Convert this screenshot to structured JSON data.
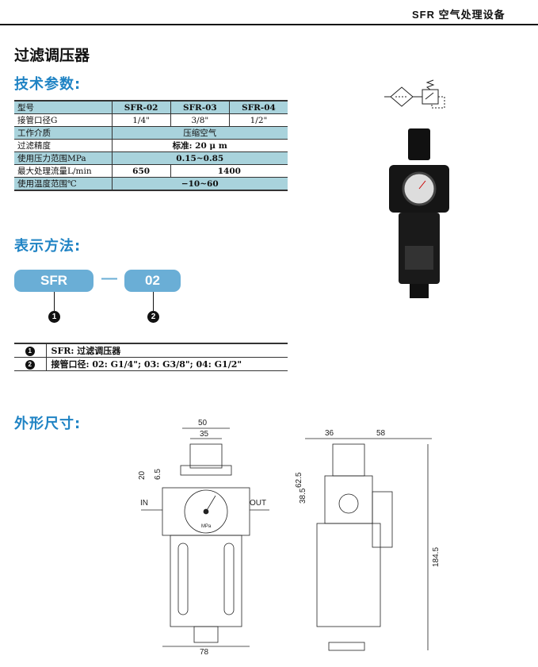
{
  "header": {
    "series": "SFR 空气处理设备"
  },
  "title": "过滤调压器",
  "sections": {
    "specs": "技术参数:",
    "notation": "表示方法:",
    "dimensions": "外形尺寸:"
  },
  "spec_table": {
    "header": [
      "型号",
      "SFR-02",
      "SFR-03",
      "SFR-04"
    ],
    "port": [
      "接管口径G",
      "1/4\"",
      "3/8\"",
      "1/2\""
    ],
    "medium": [
      "工作介质",
      "压缩空气"
    ],
    "filtration": [
      "过滤精度",
      "标准: 20 μ m"
    ],
    "pressure": [
      "使用压力范围MPa",
      "0.15~0.85"
    ],
    "flow": [
      "最大处理流量L/min",
      "650",
      "1400"
    ],
    "temperature": [
      "使用温度范围℃",
      "−10~60"
    ]
  },
  "notation": {
    "part1": "SFR",
    "dash": "—",
    "part2": "02",
    "markers": [
      "1",
      "2"
    ]
  },
  "code_table": [
    {
      "n": "1",
      "text": "SFR: 过滤调压器"
    },
    {
      "n": "2",
      "text": "接管口径: 02: G1/4\"; 03: G3/8\"; 04: G1/2\""
    }
  ],
  "drawing": {
    "front": {
      "w50": "50",
      "w35": "35",
      "h20": "20",
      "h65": "6.5",
      "in": "IN",
      "out": "OUT",
      "w78": "78",
      "gauge": "MPa"
    },
    "side": {
      "w36": "36",
      "w58": "58",
      "h625": "62.5",
      "h385": "38.5",
      "h1845": "184.5"
    }
  }
}
